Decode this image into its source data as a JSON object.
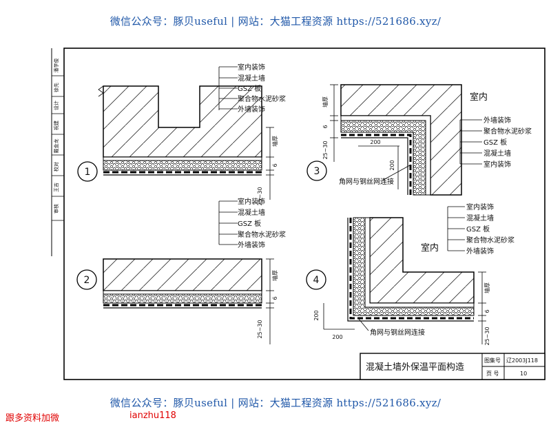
{
  "watermark": {
    "top": "微信公众号：豚贝useful | 网站：大猫工程资源 https://521686.xyz/",
    "bottom": "微信公众号：豚贝useful | 网站：大猫工程资源 https://521686.xyz/"
  },
  "promo": {
    "left": "跟多资料加微",
    "right": "ianzhu118"
  },
  "left_strip": [
    "审核",
    "校对",
    "设计",
    "王吉",
    "戴金龙",
    "祝建",
    "徐先",
    "潘学俊"
  ],
  "layers_d1": [
    "室内装饰",
    "混凝土墙",
    "GSZ  板",
    "聚合物水泥砂浆",
    "外墙装饰"
  ],
  "layers_d2": [
    "室内装饰",
    "混凝土墙",
    "GSZ  板",
    "聚合物水泥砂浆",
    "外墙装饰"
  ],
  "layers_d3": [
    "外墙装饰",
    "聚合物水泥砂浆",
    "GSZ  板",
    "混凝土墙",
    "室内装饰"
  ],
  "layers_d4": [
    "室内装饰",
    "混凝土墙",
    "GSZ  板",
    "聚合物水泥砂浆",
    "外墙装饰"
  ],
  "dims": {
    "wall": "墙厚",
    "six": "6",
    "range": "25~30",
    "two_hundred": "200"
  },
  "labels": {
    "indoor": "室内",
    "mesh": "角网与钢丝网连接"
  },
  "numbers": [
    "1",
    "2",
    "3",
    "4"
  ],
  "title_block": {
    "title": "混凝土墙外保温平面构造",
    "atlas_label": "图集号",
    "atlas_no": "辽2003J118",
    "page_label": "页 号",
    "page_no": "10"
  }
}
